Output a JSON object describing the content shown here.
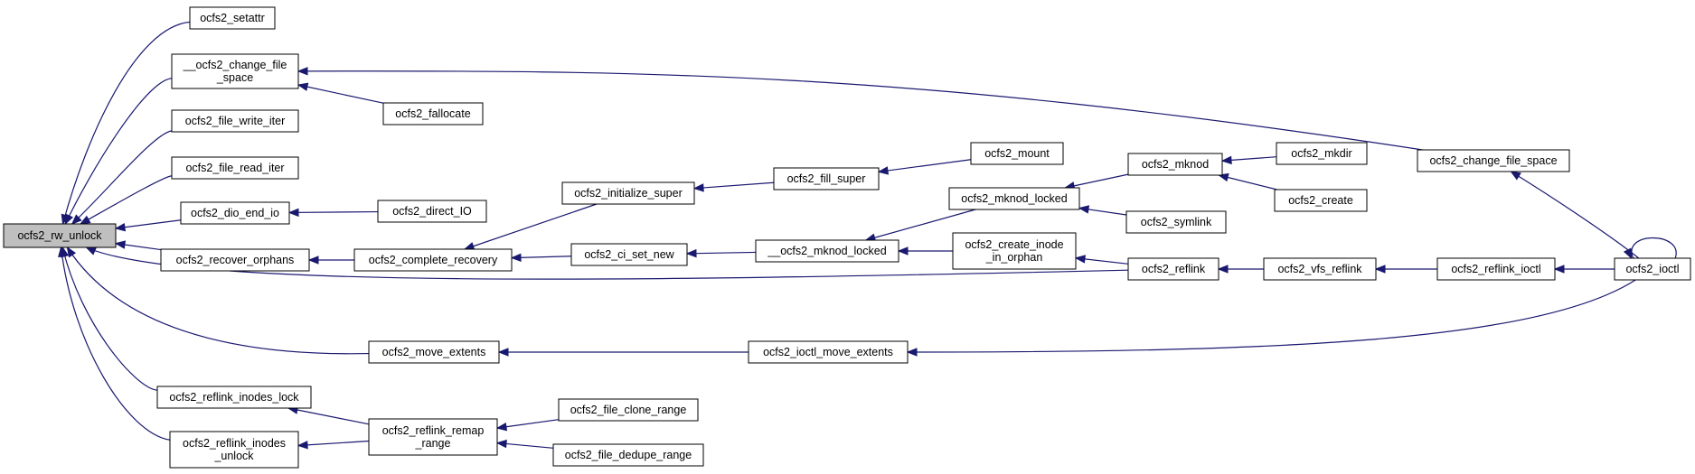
{
  "colors": {
    "edge": "#191970",
    "node_fill": "#ffffff",
    "focus_fill": "#bfbfbf",
    "border": "#000000"
  },
  "nodes": [
    {
      "id": "rw_unlock",
      "lines": [
        "ocfs2_rw_unlock"
      ],
      "focus": true
    },
    {
      "id": "setattr",
      "lines": [
        "ocfs2_setattr"
      ]
    },
    {
      "id": "change_file_space_internal",
      "lines": [
        "__ocfs2_change_file",
        "_space"
      ]
    },
    {
      "id": "fallocate",
      "lines": [
        "ocfs2_fallocate"
      ]
    },
    {
      "id": "file_write_iter",
      "lines": [
        "ocfs2_file_write_iter"
      ]
    },
    {
      "id": "file_read_iter",
      "lines": [
        "ocfs2_file_read_iter"
      ]
    },
    {
      "id": "dio_end_io",
      "lines": [
        "ocfs2_dio_end_io"
      ]
    },
    {
      "id": "direct_io",
      "lines": [
        "ocfs2_direct_IO"
      ]
    },
    {
      "id": "recover_orphans",
      "lines": [
        "ocfs2_recover_orphans"
      ]
    },
    {
      "id": "complete_recovery",
      "lines": [
        "ocfs2_complete_recovery"
      ]
    },
    {
      "id": "initialize_super",
      "lines": [
        "ocfs2_initialize_super"
      ]
    },
    {
      "id": "fill_super",
      "lines": [
        "ocfs2_fill_super"
      ]
    },
    {
      "id": "mount",
      "lines": [
        "ocfs2_mount"
      ]
    },
    {
      "id": "ci_set_new",
      "lines": [
        "ocfs2_ci_set_new"
      ]
    },
    {
      "id": "mknod_locked_internal",
      "lines": [
        "__ocfs2_mknod_locked"
      ]
    },
    {
      "id": "mknod_locked",
      "lines": [
        "ocfs2_mknod_locked"
      ]
    },
    {
      "id": "mknod",
      "lines": [
        "ocfs2_mknod"
      ]
    },
    {
      "id": "mkdir",
      "lines": [
        "ocfs2_mkdir"
      ]
    },
    {
      "id": "create",
      "lines": [
        "ocfs2_create"
      ]
    },
    {
      "id": "symlink",
      "lines": [
        "ocfs2_symlink"
      ]
    },
    {
      "id": "create_inode_in_orphan",
      "lines": [
        "ocfs2_create_inode",
        "_in_orphan"
      ]
    },
    {
      "id": "reflink",
      "lines": [
        "ocfs2_reflink"
      ]
    },
    {
      "id": "vfs_reflink",
      "lines": [
        "ocfs2_vfs_reflink"
      ]
    },
    {
      "id": "reflink_ioctl",
      "lines": [
        "ocfs2_reflink_ioctl"
      ]
    },
    {
      "id": "ioctl",
      "lines": [
        "ocfs2_ioctl"
      ]
    },
    {
      "id": "change_file_space",
      "lines": [
        "ocfs2_change_file_space"
      ]
    },
    {
      "id": "move_extents",
      "lines": [
        "ocfs2_move_extents"
      ]
    },
    {
      "id": "ioctl_move_extents",
      "lines": [
        "ocfs2_ioctl_move_extents"
      ]
    },
    {
      "id": "reflink_inodes_lock",
      "lines": [
        "ocfs2_reflink_inodes_lock"
      ]
    },
    {
      "id": "reflink_inodes_unlock",
      "lines": [
        "ocfs2_reflink_inodes",
        "_unlock"
      ]
    },
    {
      "id": "reflink_remap_range",
      "lines": [
        "ocfs2_reflink_remap",
        "_range"
      ]
    },
    {
      "id": "file_clone_range",
      "lines": [
        "ocfs2_file_clone_range"
      ]
    },
    {
      "id": "file_dedupe_range",
      "lines": [
        "ocfs2_file_dedupe_range"
      ]
    }
  ],
  "edges": [
    {
      "from": "setattr",
      "to": "rw_unlock"
    },
    {
      "from": "change_file_space_internal",
      "to": "rw_unlock"
    },
    {
      "from": "file_write_iter",
      "to": "rw_unlock"
    },
    {
      "from": "file_read_iter",
      "to": "rw_unlock"
    },
    {
      "from": "dio_end_io",
      "to": "rw_unlock"
    },
    {
      "from": "recover_orphans",
      "to": "rw_unlock"
    },
    {
      "from": "reflink",
      "to": "rw_unlock"
    },
    {
      "from": "move_extents",
      "to": "rw_unlock"
    },
    {
      "from": "reflink_inodes_lock",
      "to": "rw_unlock"
    },
    {
      "from": "reflink_inodes_unlock",
      "to": "rw_unlock"
    },
    {
      "from": "fallocate",
      "to": "change_file_space_internal"
    },
    {
      "from": "change_file_space",
      "to": "change_file_space_internal"
    },
    {
      "from": "direct_io",
      "to": "dio_end_io"
    },
    {
      "from": "complete_recovery",
      "to": "recover_orphans"
    },
    {
      "from": "initialize_super",
      "to": "complete_recovery"
    },
    {
      "from": "ci_set_new",
      "to": "complete_recovery"
    },
    {
      "from": "fill_super",
      "to": "initialize_super"
    },
    {
      "from": "mount",
      "to": "fill_super"
    },
    {
      "from": "mknod_locked_internal",
      "to": "ci_set_new"
    },
    {
      "from": "mknod_locked",
      "to": "mknod_locked_internal"
    },
    {
      "from": "create_inode_in_orphan",
      "to": "mknod_locked_internal"
    },
    {
      "from": "mknod",
      "to": "mknod_locked"
    },
    {
      "from": "symlink",
      "to": "mknod_locked"
    },
    {
      "from": "mkdir",
      "to": "mknod"
    },
    {
      "from": "create",
      "to": "mknod"
    },
    {
      "from": "reflink",
      "to": "create_inode_in_orphan"
    },
    {
      "from": "vfs_reflink",
      "to": "reflink"
    },
    {
      "from": "reflink_ioctl",
      "to": "vfs_reflink"
    },
    {
      "from": "ioctl",
      "to": "reflink_ioctl"
    },
    {
      "from": "ioctl",
      "to": "change_file_space"
    },
    {
      "from": "ioctl",
      "to": "ioctl_move_extents"
    },
    {
      "from": "ioctl",
      "to": "ioctl"
    },
    {
      "from": "ioctl_move_extents",
      "to": "move_extents"
    },
    {
      "from": "reflink_remap_range",
      "to": "reflink_inodes_lock"
    },
    {
      "from": "reflink_remap_range",
      "to": "reflink_inodes_unlock"
    },
    {
      "from": "file_clone_range",
      "to": "reflink_remap_range"
    },
    {
      "from": "file_dedupe_range",
      "to": "reflink_remap_range"
    }
  ]
}
